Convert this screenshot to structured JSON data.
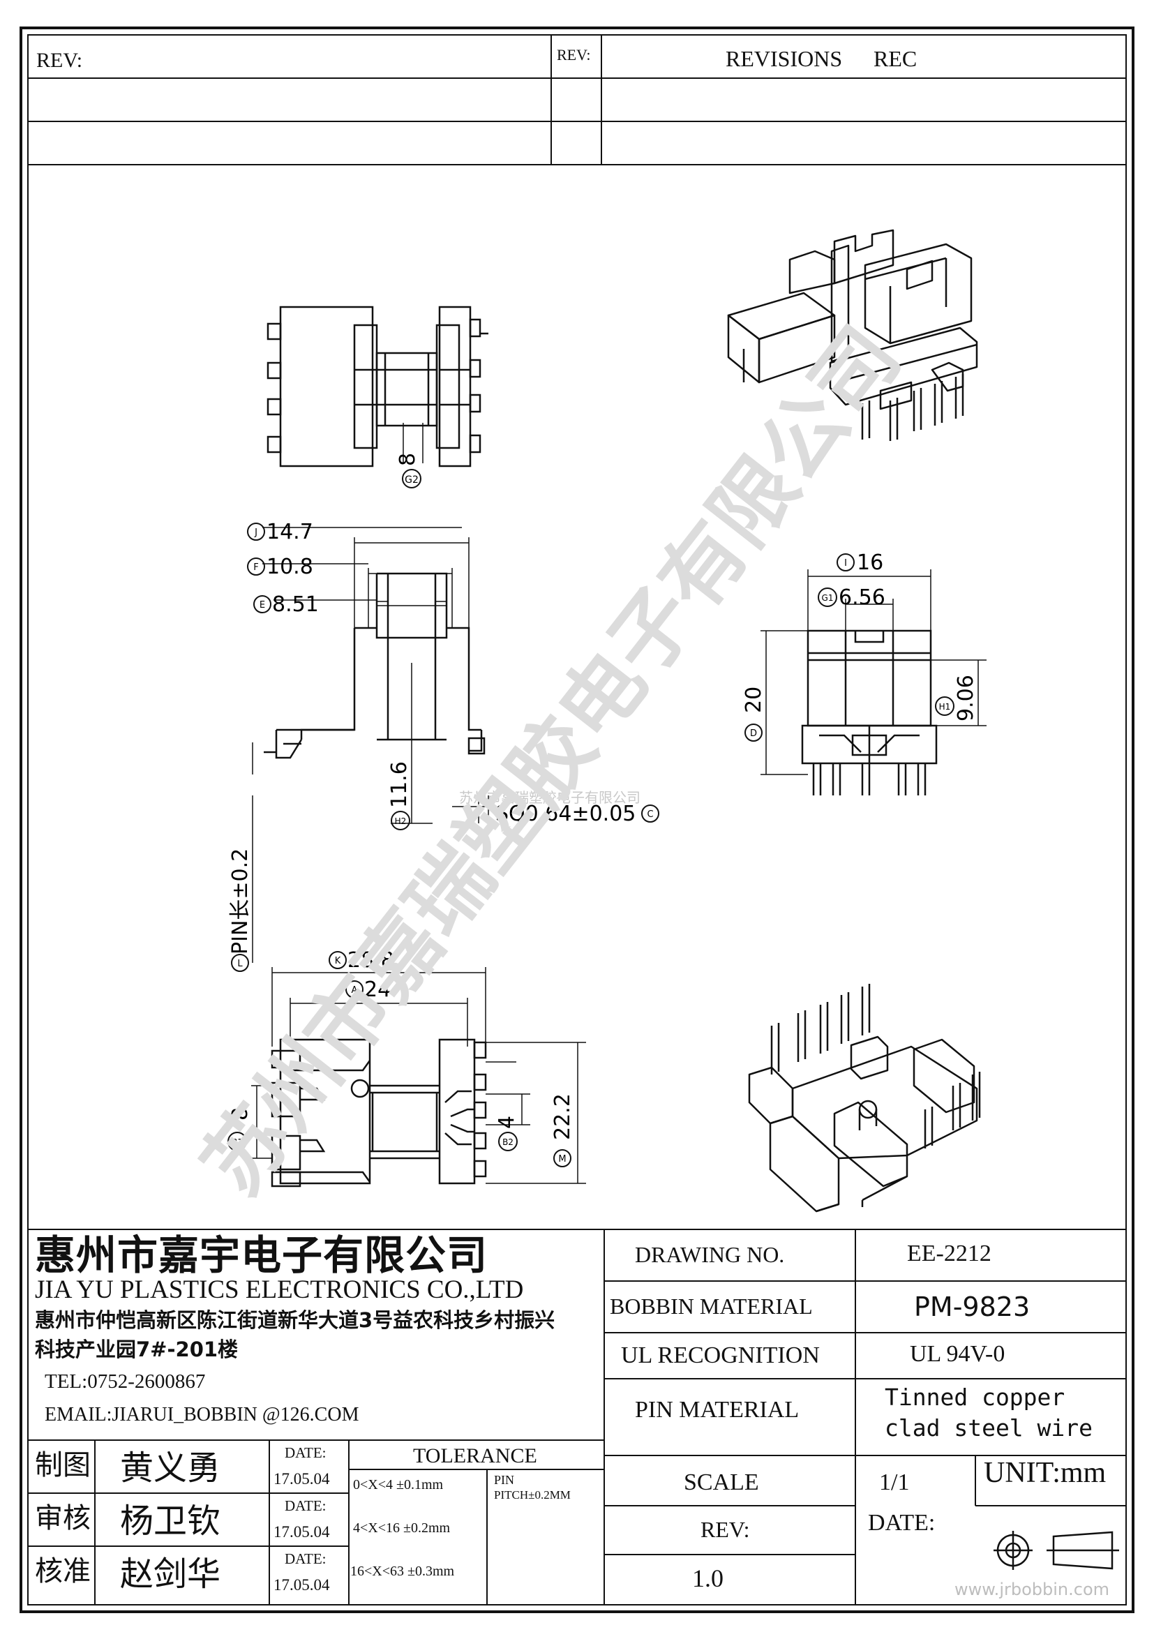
{
  "header": {
    "rev_left": "REV:",
    "rev_mid": "REV:",
    "revisions": "REVISIONS",
    "rec": "REC"
  },
  "dimensions": {
    "g2_value": "8",
    "g2_tag": "G2",
    "j": "14.7",
    "j_tag": "J",
    "f": "10.8",
    "f_tag": "F",
    "e": "8.51",
    "e_tag": "E",
    "h2_value": "11.6",
    "h2_tag": "H2",
    "sq": "SQ0.64±0.05",
    "sq_tag": "C",
    "pin_len": "PIN长±0.2",
    "pin_tag": "L",
    "i": "16",
    "i_tag": "I",
    "g1": "6.56",
    "g1_tag": "G1",
    "d_value": "20",
    "d_tag": "D",
    "h1_value": "9.06",
    "h1_tag": "H1",
    "k": "28.8",
    "k_tag": "K",
    "a": "24",
    "a_tag": "A",
    "b1_value": "8",
    "b1_tag": "B1",
    "b2_value": "4",
    "b2_tag": "B2",
    "m_value": "22.2",
    "m_tag": "M"
  },
  "watermark": {
    "center_text": "苏州市嘉瑞塑胶电子有限公司",
    "diagonal_text": "苏州市嘉瑞塑胶电子有限公司",
    "url": "www.jrbobbin.com"
  },
  "company": {
    "name_cn": "惠州市嘉宇电子有限公司",
    "name_en": "JIA YU PLASTICS ELECTRONICS CO.,LTD",
    "address_line1": "惠州市仲恺高新区陈江街道新华大道3号益农科技乡村振兴",
    "address_line2": "科技产业园7#-201楼",
    "tel": "TEL:0752-2600867",
    "email": "EMAIL:JIARUI_BOBBIN @126.COM"
  },
  "signatures": [
    {
      "role": "制图",
      "name": "黄义勇",
      "date_label": "DATE:",
      "date": "17.05.04"
    },
    {
      "role": "审核",
      "name": "杨卫钦",
      "date_label": "DATE:",
      "date": "17.05.04"
    },
    {
      "role": "核准",
      "name": "赵剑华",
      "date_label": "DATE:",
      "date": "17.05.04"
    }
  ],
  "tolerance": {
    "title": "TOLERANCE",
    "rows": [
      "0<X<4  ±0.1mm",
      "4<X<16 ±0.2mm",
      "16<X<63 ±0.3mm"
    ],
    "pin_label": "PIN",
    "pin_pitch": "PITCH±0.2MM"
  },
  "spec": {
    "drawing_no_label": "DRAWING   NO.",
    "drawing_no": "EE-2212",
    "bobbin_material_label": "BOBBIN   MATERIAL",
    "bobbin_material": "PM-9823",
    "ul_label": "UL RECOGNITION",
    "ul_value": "UL 94V-0",
    "pin_material_label": "PIN MATERIAL",
    "pin_material_line1": "Tinned copper",
    "pin_material_line2": "clad steel wire",
    "scale_label": "SCALE",
    "scale_value": "1/1",
    "unit": "UNIT:mm",
    "rev_label": "REV:",
    "rev_value": "1.0",
    "date_label": "DATE:"
  }
}
